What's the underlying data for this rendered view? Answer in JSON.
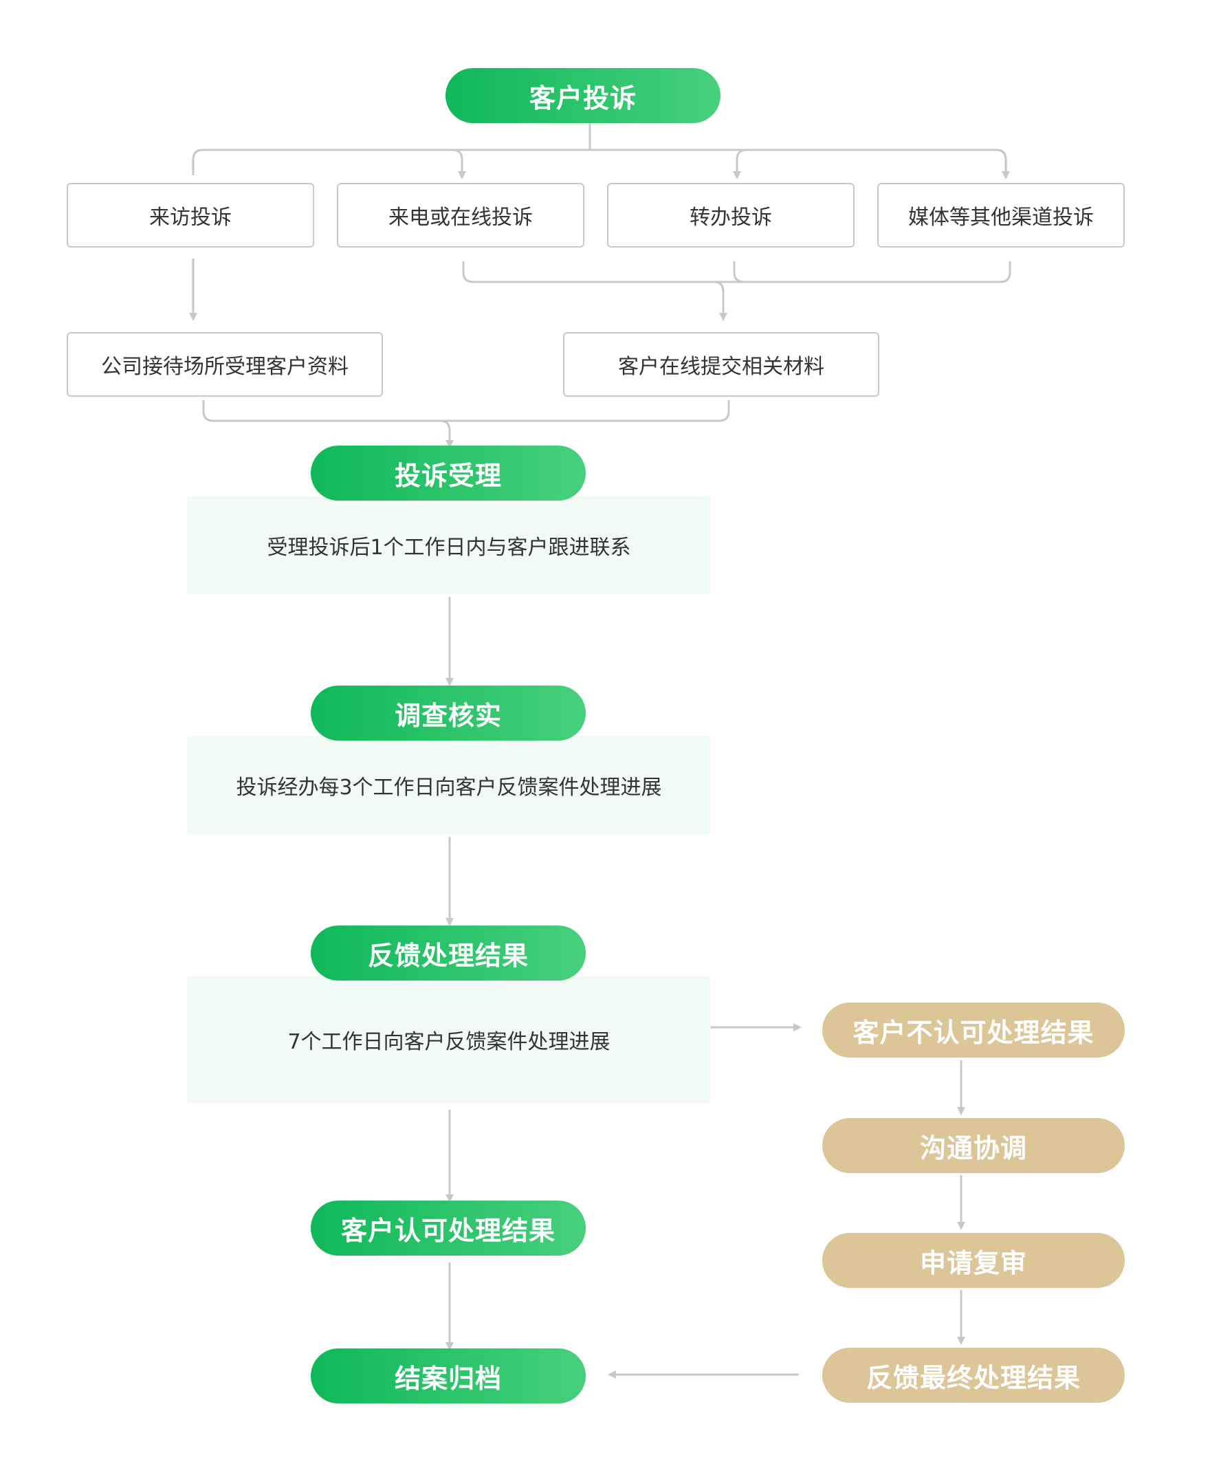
{
  "start": {
    "label": "客户投诉"
  },
  "channels": [
    {
      "label": "来访投诉"
    },
    {
      "label": "来电或在线投诉"
    },
    {
      "label": "转办投诉"
    },
    {
      "label": "媒体等其他渠道投诉"
    }
  ],
  "intake": [
    {
      "label": "公司接待场所受理客户资料"
    },
    {
      "label": "客户在线提交相关材料"
    }
  ],
  "stages": [
    {
      "title": "投诉受理",
      "note": "受理投诉后1个工作日内与客户跟进联系"
    },
    {
      "title": "调查核实",
      "note": "投诉经办每3个工作日向客户反馈案件处理进展"
    },
    {
      "title": "反馈处理结果",
      "note": "7个工作日向客户反馈案件处理进展"
    }
  ],
  "accept": {
    "label": "客户认可处理结果"
  },
  "close": {
    "label": "结案归档"
  },
  "dispute": [
    {
      "label": "客户不认可处理结果"
    },
    {
      "label": "沟通协调"
    },
    {
      "label": "申请复审"
    },
    {
      "label": "反馈最终处理结果"
    }
  ],
  "colors": {
    "green_start": "#0fb85a",
    "green_end": "#47d07c",
    "gold": "#dcc698",
    "panel": "#f1faf4",
    "connector": "#c8c8c8"
  }
}
